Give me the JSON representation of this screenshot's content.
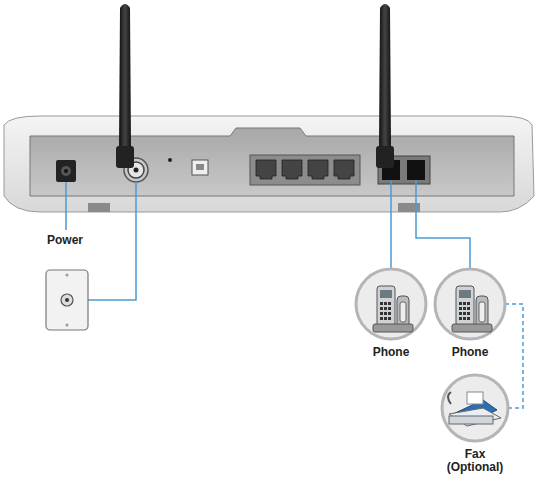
{
  "diagram": {
    "nodes": [
      {
        "text": [
          "Phone"
        ]
      },
      {
        "text": [
          "Phone"
        ]
      },
      {
        "text": [
          "Fax (Optional)"
        ]
      }
    ],
    "edges": [
      {
        "from": 1,
        "to": 2,
        "arrow": "none"
      }
    ],
    "labels": [
      "Power"
    ]
  }
}
